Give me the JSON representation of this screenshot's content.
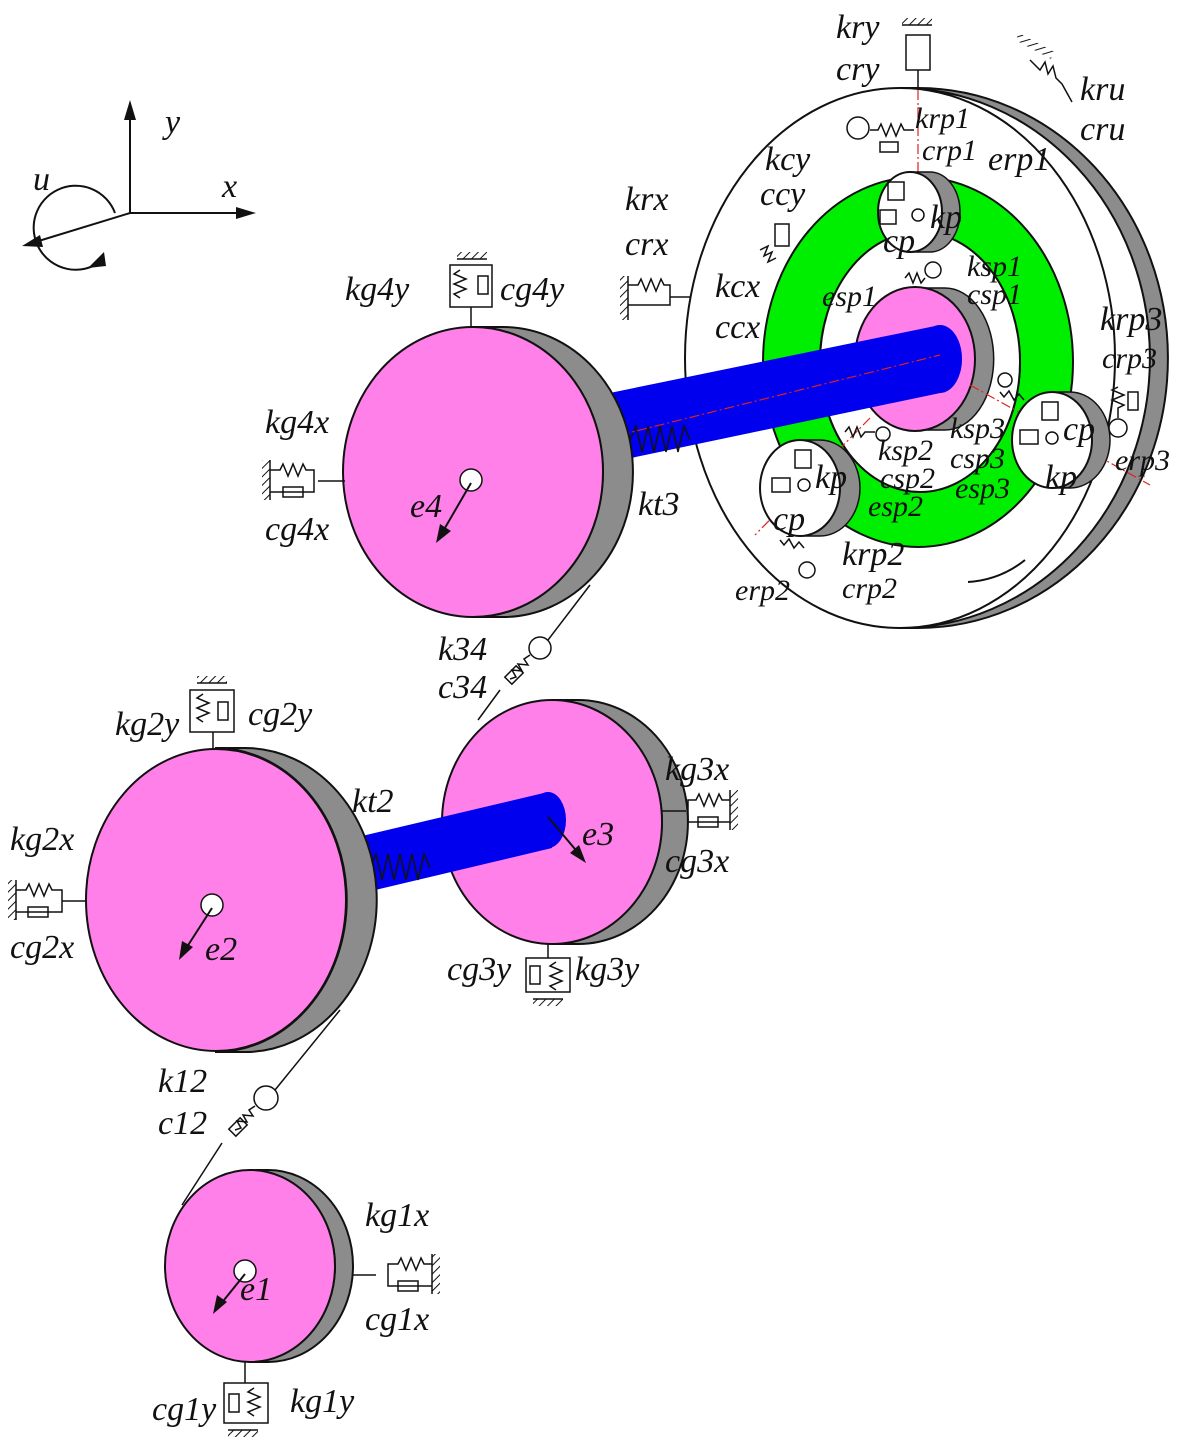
{
  "colors": {
    "gear_face": "#ff80e8",
    "gear_side": "#8c8c8c",
    "shaft": "#0000ee",
    "ring_band": "#00ee00",
    "outline": "#111111",
    "center_line": "#e02020"
  },
  "axes": {
    "x": "x",
    "y": "y",
    "u": "u"
  },
  "gears": {
    "g1": {
      "ecc": "e1",
      "kx": "kg1x",
      "cx": "cg1x",
      "ky": "kg1y",
      "cy": "cg1y"
    },
    "g2": {
      "ecc": "e2",
      "kx": "kg2x",
      "cx": "cg2x",
      "ky": "kg2y",
      "cy": "cg2y"
    },
    "g3": {
      "ecc": "e3",
      "kx": "kg3x",
      "cx": "cg3x",
      "ky": "kg3y",
      "cy": "cg3y"
    },
    "g4": {
      "ecc": "e4",
      "kx": "kg4x",
      "cx": "cg4x",
      "ky": "kg4y",
      "cy": "cg4y"
    }
  },
  "meshes": {
    "m12": {
      "k": "k12",
      "c": "c12"
    },
    "m34": {
      "k": "k34",
      "c": "c34"
    }
  },
  "shafts": {
    "t2": "kt2",
    "t3": "kt3"
  },
  "planetary": {
    "ring": {
      "kx": "krx",
      "cx": "crx",
      "ky": "kry",
      "cy": "cry",
      "ku": "kru",
      "cu": "cru"
    },
    "carrier": {
      "kx": "kcx",
      "cx": "ccx",
      "ky": "kcy",
      "cy": "ccy"
    },
    "planet": {
      "k": "kp",
      "c": "cp"
    },
    "rp1": {
      "k": "krp1",
      "c": "crp1",
      "e": "erp1"
    },
    "rp2": {
      "k": "krp2",
      "c": "crp2",
      "e": "erp2"
    },
    "rp3": {
      "k": "krp3",
      "c": "crp3",
      "e": "erp3"
    },
    "sp1": {
      "k": "ksp1",
      "c": "csp1",
      "e": "esp1"
    },
    "sp2": {
      "k": "ksp2",
      "c": "csp2",
      "e": "esp2"
    },
    "sp3": {
      "k": "ksp3",
      "c": "csp3",
      "e": "esp3"
    }
  }
}
